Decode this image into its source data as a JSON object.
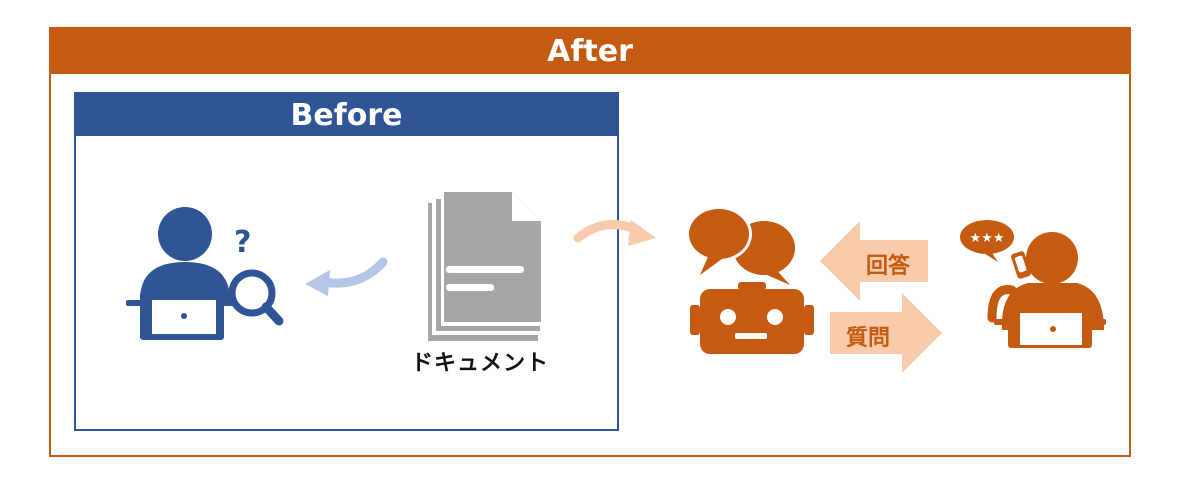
{
  "after": {
    "title": "After"
  },
  "before": {
    "title": "Before"
  },
  "document": {
    "label": "ドキュメント"
  },
  "exchange": {
    "answer_label": "回答",
    "question_label": "質問"
  },
  "colors": {
    "after_accent": "#c55a11",
    "before_accent": "#2f5597",
    "document_gray": "#a6a6a6",
    "light_blue_arrow": "#b4c7e7",
    "light_orange_arrow": "#f8cbad"
  },
  "icons": [
    "person-question-magnifier-icon",
    "document-stack-icon",
    "chat-bubbles-icon",
    "robot-icon",
    "person-phone-laptop-icon",
    "rating-stars-icon"
  ]
}
